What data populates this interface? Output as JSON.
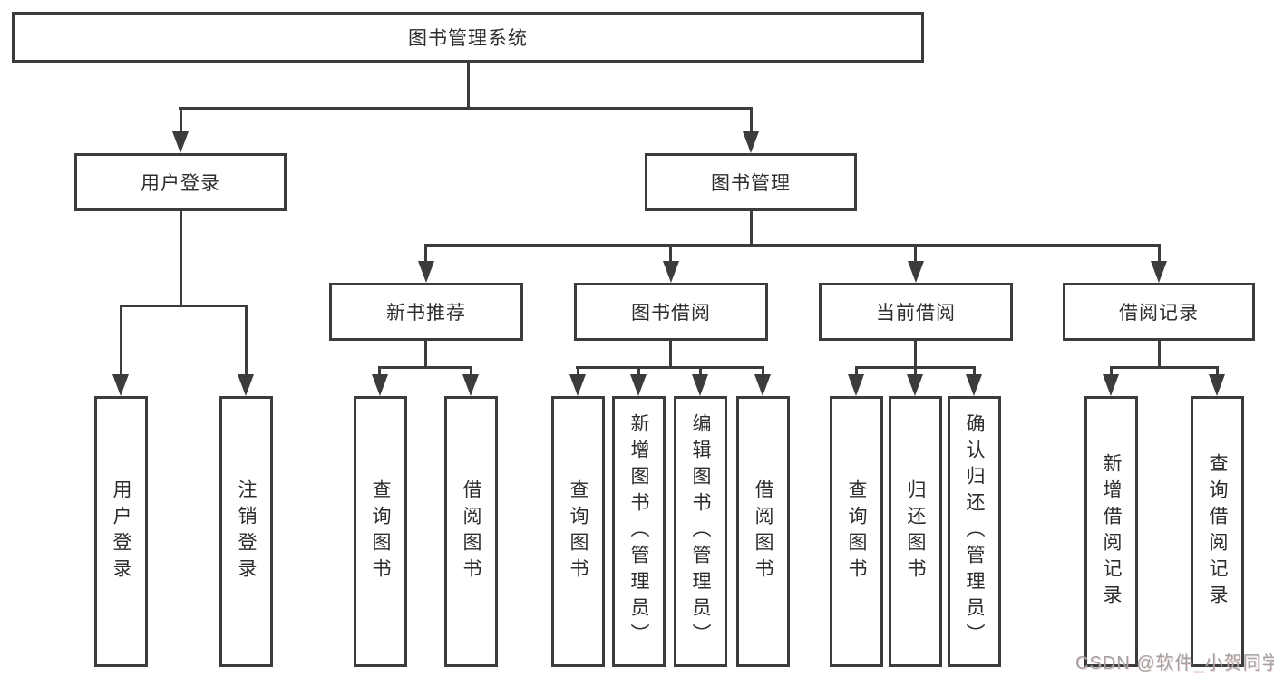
{
  "tree": {
    "root": {
      "label": "图书管理系统"
    },
    "user_login": {
      "label": "用户登录",
      "children": [
        {
          "label": "用户登录"
        },
        {
          "label": "注销登录"
        }
      ]
    },
    "book_management": {
      "label": "图书管理",
      "sections": [
        {
          "label": "新书推荐",
          "children": [
            {
              "label": "查询图书"
            },
            {
              "label": "借阅图书"
            }
          ]
        },
        {
          "label": "图书借阅",
          "children": [
            {
              "label": "查询图书"
            },
            {
              "label": "新增图书（管理员）"
            },
            {
              "label": "编辑图书（管理员）"
            },
            {
              "label": "借阅图书"
            }
          ]
        },
        {
          "label": "当前借阅",
          "children": [
            {
              "label": "查询图书"
            },
            {
              "label": "归还图书"
            },
            {
              "label": "确认归还（管理员）"
            }
          ]
        },
        {
          "label": "借阅记录",
          "children": [
            {
              "label": "新增借阅记录"
            },
            {
              "label": "查询借阅记录"
            }
          ]
        }
      ]
    }
  },
  "watermark": {
    "text": "CSDN @软件_小贺同学"
  },
  "colors": {
    "line": "#3c3c3c",
    "text": "#2d2d2d",
    "background": "#ffffff",
    "watermark": "#a2a2a2"
  }
}
